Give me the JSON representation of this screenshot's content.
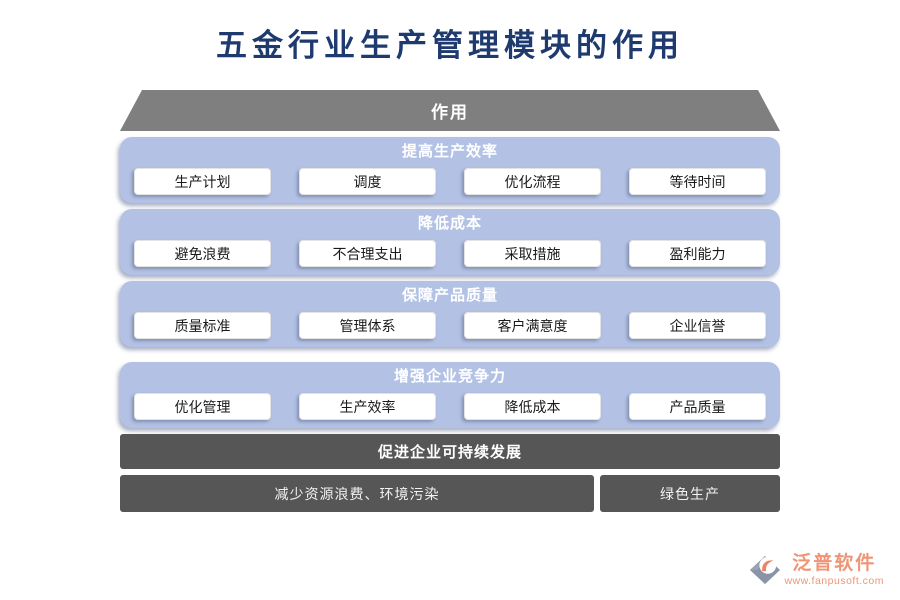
{
  "page": {
    "title": "五金行业生产管理模块的作用"
  },
  "header": {
    "label": "作用"
  },
  "sections": [
    {
      "title": "提高生产效率",
      "items": [
        "生产计划",
        "调度",
        "优化流程",
        "等待时间"
      ]
    },
    {
      "title": "降低成本",
      "items": [
        "避免浪费",
        "不合理支出",
        "采取措施",
        "盈利能力"
      ]
    },
    {
      "title": "保障产品质量",
      "items": [
        "质量标准",
        "管理体系",
        "客户满意度",
        "企业信誉"
      ]
    },
    {
      "title": "增强企业竞争力",
      "items": [
        "优化管理",
        "生产效率",
        "降低成本",
        "产品质量"
      ]
    }
  ],
  "footer": {
    "sustain_label": "促进企业可持续发展",
    "boxes": [
      "减少资源浪费、环境污染",
      "绿色生产"
    ]
  },
  "logo": {
    "name": "泛普软件",
    "url": "www.fanpusoft.com"
  },
  "colors": {
    "title_navy": "#1e3a6e",
    "section_blue": "#b3c2e4",
    "header_gray": "#7f7f7f",
    "dark_gray": "#565656",
    "logo_coral": "#ef9576"
  }
}
